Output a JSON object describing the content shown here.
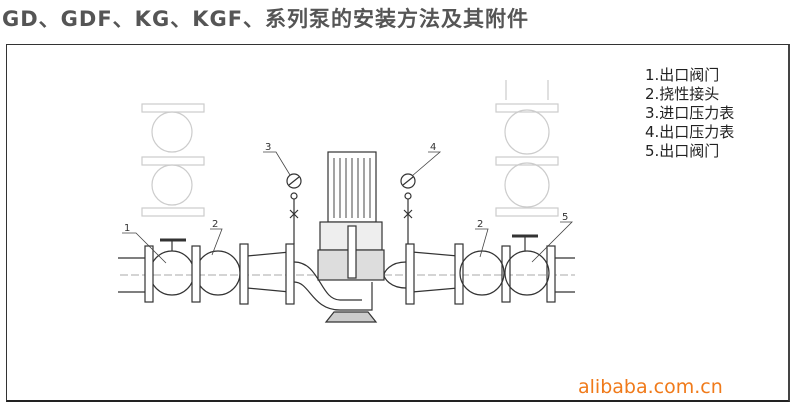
{
  "title": "GD、GDF、KG、KGF、系列泵的安装方法及其附件",
  "legend": [
    "1.出口阀门",
    "2.挠性接头",
    "3.进口压力表",
    "4.出口压力表",
    "5.出口阀门"
  ],
  "callouts": [
    "1",
    "2",
    "3",
    "4",
    "2",
    "5"
  ],
  "watermark": "alibaba.com.cn",
  "colors": {
    "title": "#555555",
    "watermark": "#f07a1a",
    "line": "#333333"
  }
}
